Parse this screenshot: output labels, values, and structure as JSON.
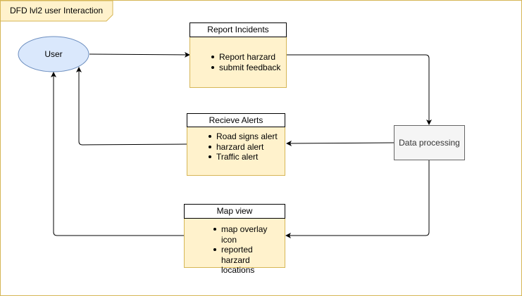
{
  "diagram": {
    "title": "DFD lvl2 user Interaction",
    "user": {
      "label": "User"
    },
    "data_processing": {
      "label": "Data processing"
    },
    "report_incidents": {
      "header": "Report Incidents",
      "items": [
        "Report harzard",
        "submit feedback"
      ]
    },
    "receive_alerts": {
      "header": "Recieve Alerts",
      "items": [
        "Road signs alert",
        "harzard alert",
        "Traffic alert"
      ]
    },
    "map_view": {
      "header": "Map view",
      "items": [
        "map overlay icon",
        "reported harzard locations"
      ]
    },
    "colors": {
      "frame_border": "#d6b656",
      "note_fill": "#fff2cc",
      "note_border": "#d6b656",
      "user_fill": "#dae8fc",
      "user_border": "#6c8ebf",
      "process_fill": "#f5f5f5",
      "process_border": "#666666",
      "edge": "#000000"
    }
  }
}
